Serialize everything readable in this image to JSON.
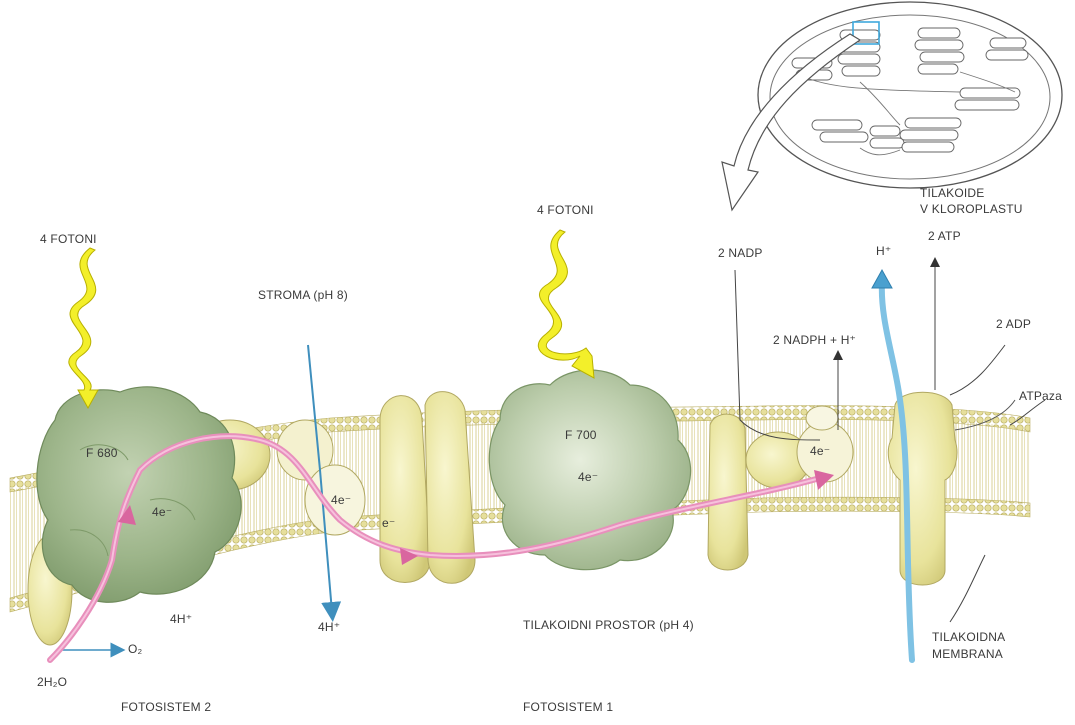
{
  "colors": {
    "membrane_fill": "#efe9b8",
    "lipid_head": "#e3dc93",
    "lipid_tail": "#c9c07a",
    "ps2_green": "#9fb68c",
    "ps1_green": "#b4c7a5",
    "protein_yellow": "#ece9a6",
    "pink_arrow": "#e88fbc",
    "blue_arrow": "#5aa7d1",
    "photon_yellow": "#f3ef2a",
    "photon_outline": "#b8b000",
    "line_dark": "#333333"
  },
  "labels": {
    "fotoni_left": "4 FOTONI",
    "fotoni_right": "4 FOTONI",
    "stroma": "STROMA (pH 8)",
    "f680": "F 680",
    "f700": "F 700",
    "e_ps2": "4e⁻",
    "e_cyt": "4e⁻",
    "e_pq": "e⁻",
    "e_ps1": "4e⁻",
    "e_fnr": "4e⁻",
    "h4_left": "4H⁺",
    "h4_stroma": "4H⁺",
    "o2": "O₂",
    "water": "2H₂O",
    "fotosistem2": "FOTOSISTEM 2",
    "fotosistem1": "FOTOSISTEM 1",
    "tilakoidni_prostor": "TILAKOIDNI PROSTOR (pH 4)",
    "nadp": "2 NADP",
    "nadph": "2 NADPH + H⁺",
    "h_plus": "H⁺",
    "atp": "2 ATP",
    "adp": "2 ADP",
    "atpaza": "ATPaza",
    "tilakoide_line1": "TILAKOIDE",
    "tilakoide_line2": "V KLOROPLASTU",
    "membrana_line1": "TILAKOIDNA",
    "membrana_line2": "MEMBRANA"
  }
}
